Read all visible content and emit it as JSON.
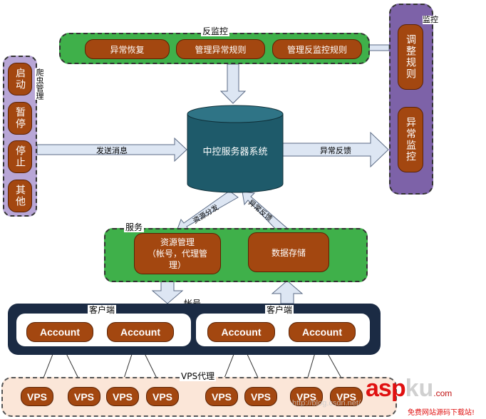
{
  "anti_monitor": {
    "title": "反监控",
    "items": [
      "异常恢复",
      "管理异常规则",
      "管理反监控规则"
    ]
  },
  "crawler_mgmt": {
    "title": "爬虫管理",
    "items": [
      "启动",
      "暂停",
      "停止",
      "其他"
    ]
  },
  "monitor": {
    "title": "监控",
    "items": [
      "调整规则",
      "异常监控"
    ]
  },
  "central": {
    "label": "中控服务器系统"
  },
  "service": {
    "title": "服务",
    "resource": "资源管理\n（帐号，代理管\n理）",
    "storage": "数据存储"
  },
  "edges": {
    "send_msg": "发送消息",
    "anomaly_feedback": "异常反馈",
    "resource_dispatch": "资源分发",
    "anomaly_feedback_2": "异常反馈",
    "account_label": "帐号"
  },
  "clients": [
    {
      "title": "客户端",
      "accounts": [
        "Account",
        "Account"
      ]
    },
    {
      "title": "客户端",
      "accounts": [
        "Account",
        "Account"
      ]
    }
  ],
  "vps_group": {
    "title": "VPS代理",
    "items": [
      "VPS",
      "VPS",
      "VPS",
      "VPS",
      "VPS",
      "VPS",
      "VPS",
      "VPS"
    ]
  },
  "watermark": {
    "brand_red": "asp",
    "brand_grey": "ku",
    "suffix": ".com",
    "subtitle": "免费网站源码下载站!",
    "url": "http://blog.csdn.net/"
  }
}
